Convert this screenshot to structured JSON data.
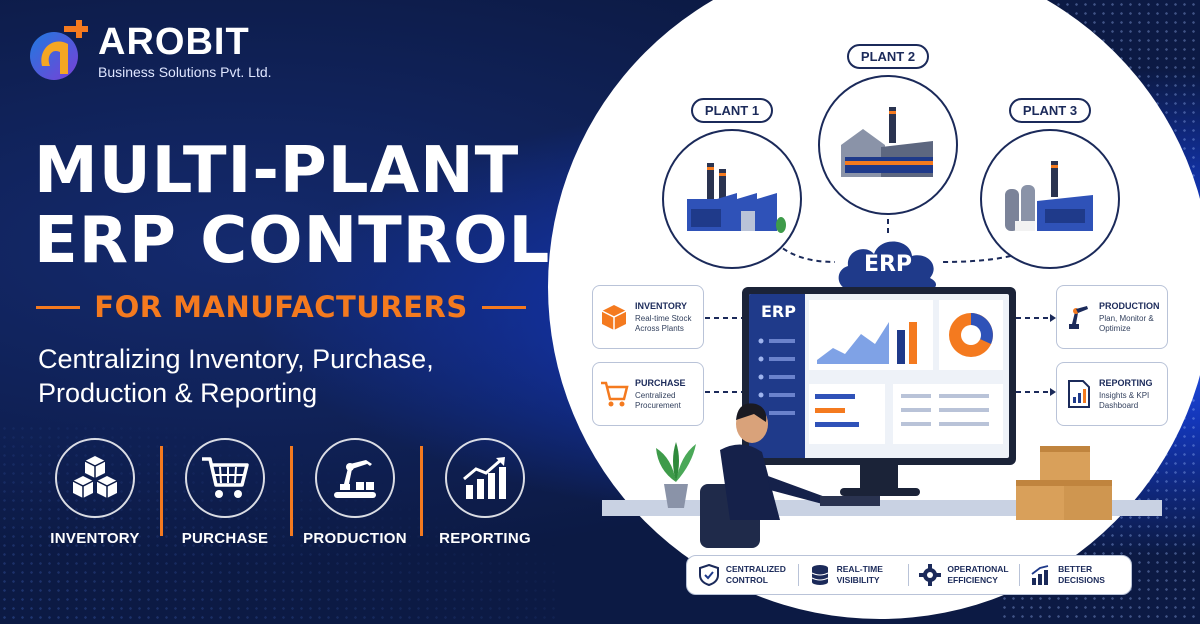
{
  "brand": {
    "name": "AROBIT",
    "subtitle": "Business Solutions Pvt. Ltd."
  },
  "headline": {
    "line1": "MULTI-PLANT",
    "line2": "ERP CONTROL",
    "subheading": "FOR MANUFACTURERS",
    "tagline": "Centralizing Inventory, Purchase, Production & Reporting"
  },
  "features": [
    {
      "label": "INVENTORY",
      "icon": "boxes-icon"
    },
    {
      "label": "PURCHASE",
      "icon": "cart-icon"
    },
    {
      "label": "PRODUCTION",
      "icon": "robot-arm-icon"
    },
    {
      "label": "REPORTING",
      "icon": "growth-chart-icon"
    }
  ],
  "plants": [
    {
      "label": "PLANT 1"
    },
    {
      "label": "PLANT 2"
    },
    {
      "label": "PLANT 3"
    }
  ],
  "erp": {
    "cloud_label": "ERP",
    "screen_label": "ERP"
  },
  "cards": {
    "inventory": {
      "title": "INVENTORY",
      "desc": "Real-time Stock Across Plants"
    },
    "purchase": {
      "title": "PURCHASE",
      "desc": "Centralized Procurement"
    },
    "production": {
      "title": "PRODUCTION",
      "desc": "Plan, Monitor & Optimize"
    },
    "reporting": {
      "title": "REPORTING",
      "desc": "Insights & KPI Dashboard"
    }
  },
  "benefits": [
    {
      "label": "CENTRALIZED CONTROL",
      "icon": "shield-check-icon"
    },
    {
      "label": "REAL-TIME VISIBILITY",
      "icon": "database-icon"
    },
    {
      "label": "OPERATIONAL EFFICIENCY",
      "icon": "gear-icon"
    },
    {
      "label": "BETTER DECISIONS",
      "icon": "bar-growth-icon"
    }
  ],
  "colors": {
    "navy": "#0c1a44",
    "accent": "#f47a1f",
    "blue": "#1f3a8a"
  }
}
